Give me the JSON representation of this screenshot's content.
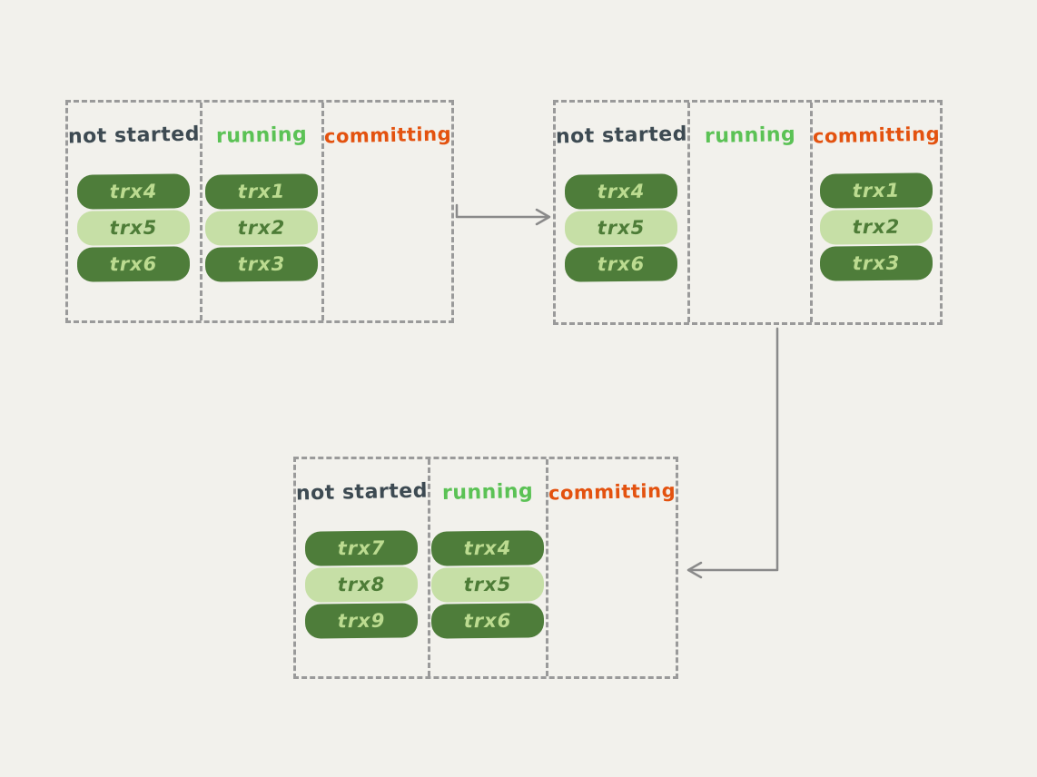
{
  "colors": {
    "background": "#f2f1ec",
    "dashed_border": "#9a9a9a",
    "arrow": "#8a8a8a",
    "pill_dark_bg": "#4e7d3a",
    "pill_dark_text": "#bcdb90",
    "pill_light_bg": "#c6dfa6",
    "pill_light_text": "#4d7c37",
    "label_not_started": "#3d4a52",
    "label_running": "#5bc255",
    "label_committing": "#e3520f"
  },
  "diagrams": [
    {
      "name": "stage-1",
      "columns": [
        {
          "label": "not started",
          "items": [
            "trx4",
            "trx5",
            "trx6"
          ]
        },
        {
          "label": "running",
          "items": [
            "trx1",
            "trx2",
            "trx3"
          ]
        },
        {
          "label": "committing",
          "items": []
        }
      ]
    },
    {
      "name": "stage-2",
      "columns": [
        {
          "label": "not started",
          "items": [
            "trx4",
            "trx5",
            "trx6"
          ]
        },
        {
          "label": "running",
          "items": []
        },
        {
          "label": "committing",
          "items": [
            "trx1",
            "trx2",
            "trx3"
          ]
        }
      ]
    },
    {
      "name": "stage-3",
      "columns": [
        {
          "label": "not started",
          "items": [
            "trx7",
            "trx8",
            "trx9"
          ]
        },
        {
          "label": "running",
          "items": [
            "trx4",
            "trx5",
            "trx6"
          ]
        },
        {
          "label": "committing",
          "items": []
        }
      ]
    }
  ],
  "arrows": [
    {
      "from": "stage-1",
      "to": "stage-2",
      "direction": "right"
    },
    {
      "from": "stage-2",
      "to": "stage-3",
      "direction": "down-left"
    }
  ]
}
